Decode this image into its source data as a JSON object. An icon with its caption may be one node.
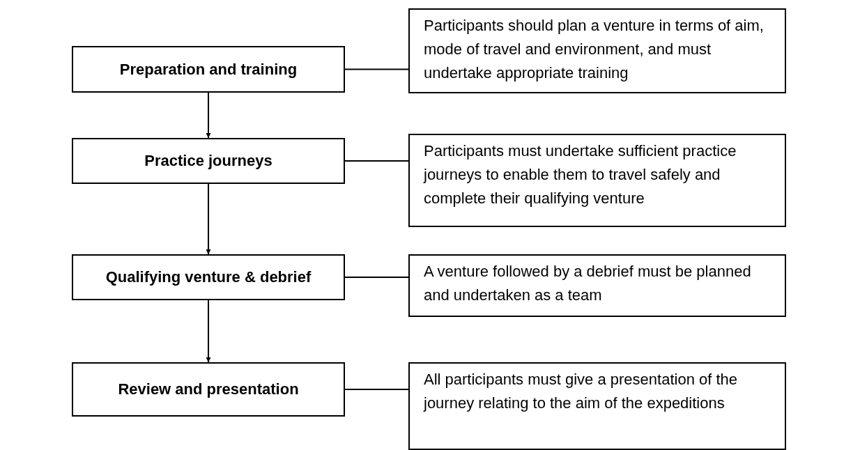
{
  "diagram": {
    "nodes": [
      {
        "text": [
          "Preparation and training"
        ]
      },
      {
        "text": [
          "Participants should plan a venture in terms of aim, mode of travel and environment, and must undertake appropriate training"
        ]
      },
      {
        "text": [
          "Practice journeys"
        ]
      },
      {
        "text": [
          "Participants must undertake sufficient practice journeys to enable them to travel safely and complete their qualifying venture"
        ]
      },
      {
        "text": [
          "Qualifying venture & debrief"
        ]
      },
      {
        "text": [
          "A venture followed by a debrief must be planned and undertaken as a team"
        ]
      },
      {
        "text": [
          "Review and presentation"
        ]
      },
      {
        "text": [
          "All participants must give a presentation of the journey relating to the aim of the expeditions"
        ]
      }
    ],
    "edges": [
      {
        "from": 0,
        "to": 2,
        "arrow": "to"
      },
      {
        "from": 2,
        "to": 4,
        "arrow": "to"
      },
      {
        "from": 4,
        "to": 6,
        "arrow": "to"
      },
      {
        "from": 0,
        "to": 1,
        "arrow": "none"
      },
      {
        "from": 2,
        "to": 3,
        "arrow": "none"
      },
      {
        "from": 4,
        "to": 5,
        "arrow": "none"
      },
      {
        "from": 6,
        "to": 7,
        "arrow": "none"
      }
    ]
  }
}
